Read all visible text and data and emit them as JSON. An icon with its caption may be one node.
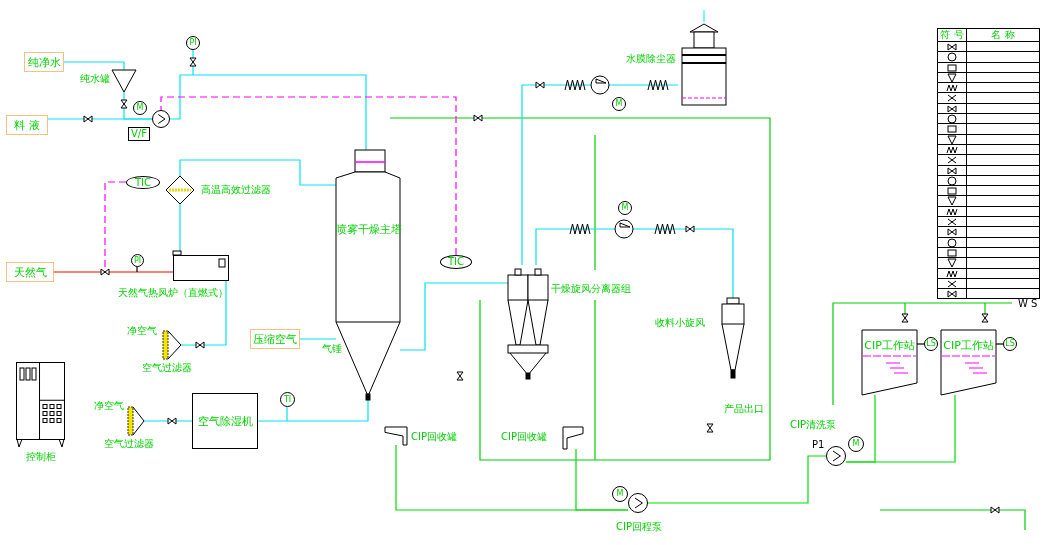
{
  "diagram": {
    "nodes": [
      {
        "text": [
          "纯净水"
        ]
      },
      {
        "text": [
          "料 液"
        ]
      },
      {
        "text": [
          "天然气"
        ]
      },
      {
        "text": [
          "压缩空气"
        ]
      },
      {
        "text": [],
        "shape": "triangle",
        "beside": [
          "纯水罐"
        ]
      },
      {
        "text": [
          "V/F"
        ]
      },
      {
        "text": [],
        "shape": "circle"
      },
      {
        "text": [
          "TIC"
        ]
      },
      {
        "text": [],
        "shape": "diamond",
        "beside": [
          "高温高效过滤器"
        ]
      },
      {
        "text": [],
        "shape": "box",
        "beside": [
          "天然气热风炉（直燃式）"
        ]
      },
      {
        "text": [],
        "shape": "cone",
        "beside": [
          "空气过滤器"
        ]
      },
      {
        "text": [],
        "shape": "cone",
        "beside": [
          "空气过滤器"
        ]
      },
      {
        "text": [
          "空气除湿机"
        ]
      },
      {
        "text": [],
        "shape": "picture",
        "beside": [
          "控制柜"
        ]
      },
      {
        "text": [
          "喷雾干燥主塔"
        ]
      },
      {
        "text": [
          "TIC"
        ]
      },
      {
        "text": [],
        "shape": "picture",
        "beside": [
          "干燥旋风分离器组"
        ]
      },
      {
        "text": [],
        "shape": "picture",
        "beside": [
          "水膜除尘器"
        ]
      },
      {
        "text": [],
        "shape": "picture",
        "beside": [
          "收料小旋风"
        ]
      },
      {
        "text": [],
        "shape": "picture",
        "beside": [
          "CIP回收罐"
        ]
      },
      {
        "text": [],
        "shape": "picture",
        "beside": [
          "CIP回收罐"
        ]
      },
      {
        "text": [],
        "shape": "circle",
        "beside": [
          "CIP回程泵"
        ]
      },
      {
        "text": [],
        "shape": "circle",
        "beside": [
          "CIP清洗泵"
        ]
      },
      {
        "text": [
          "CIP工作站"
        ]
      },
      {
        "text": [
          "CIP工作站"
        ]
      },
      {
        "text": [
          "PI"
        ]
      },
      {
        "text": [
          "PI"
        ]
      },
      {
        "text": [
          "TI"
        ]
      },
      {
        "text": [
          "LS"
        ]
      },
      {
        "text": [
          "LS"
        ]
      },
      {
        "text": [
          "M"
        ]
      },
      {
        "text": [
          "M"
        ]
      },
      {
        "text": [
          "M"
        ]
      },
      {
        "text": [
          "M"
        ]
      },
      {
        "text": [
          "M"
        ]
      }
    ],
    "edges": [
      {
        "from": 0,
        "to": 4,
        "arrow": "none"
      },
      {
        "from": 4,
        "to": 6,
        "arrow": "none"
      },
      {
        "from": 1,
        "to": 6,
        "arrow": "none"
      },
      {
        "from": 6,
        "to": 14,
        "arrow": "none"
      },
      {
        "from": 2,
        "to": 9,
        "arrow": "none",
        "color": "#ff0000"
      },
      {
        "from": 10,
        "to": 9,
        "arrow": "none"
      },
      {
        "from": 9,
        "to": 8,
        "arrow": "none"
      },
      {
        "from": 8,
        "to": 14,
        "arrow": "none"
      },
      {
        "from": 7,
        "to": null,
        "arrow": "none",
        "style": "dashed",
        "color": "#ff00ff"
      },
      {
        "from": 15,
        "to": 6,
        "arrow": "none",
        "style": "dashed",
        "color": "#ff00ff"
      },
      {
        "from": 3,
        "to": 14,
        "arrow": "none"
      },
      {
        "from": 11,
        "to": 12,
        "arrow": "none"
      },
      {
        "from": 12,
        "to": 14,
        "arrow": "none"
      },
      {
        "from": 14,
        "to": 16,
        "arrow": "none"
      },
      {
        "from": 16,
        "to": 17,
        "arrow": "none"
      },
      {
        "from": 16,
        "to": 18,
        "arrow": "none"
      },
      {
        "from": 19,
        "to": 21,
        "arrow": "none",
        "color": "#00e000"
      },
      {
        "from": 20,
        "to": 21,
        "arrow": "none",
        "color": "#00e000"
      },
      {
        "from": 21,
        "to": 22,
        "arrow": "none",
        "color": "#00e000"
      },
      {
        "from": 22,
        "to": 23,
        "arrow": "none",
        "color": "#00e000"
      },
      {
        "from": 22,
        "to": 24,
        "arrow": "none",
        "color": "#00e000"
      },
      {
        "from": 23,
        "to": 28,
        "arrow": "none",
        "color": "#000000"
      },
      {
        "from": 24,
        "to": 29,
        "arrow": "none",
        "color": "#000000"
      },
      {
        "from": 25,
        "to": null,
        "arrow": "none"
      },
      {
        "from": 26,
        "to": null,
        "arrow": "none",
        "color": "#000000"
      },
      {
        "from": 27,
        "to": null,
        "arrow": "none"
      }
    ],
    "labels": [
      "符 号",
      "名 称",
      "W S",
      "净空气",
      "气锤",
      "净空气",
      "产品出口",
      "P1"
    ]
  }
}
